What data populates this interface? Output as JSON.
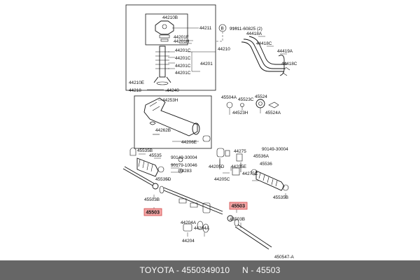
{
  "labels": {
    "p44210B": "44210B",
    "p44211": "44211",
    "p44201F": "44201F",
    "p44201H": "44201H",
    "p44201C_1": "44201C",
    "p44201C_2": "44201C",
    "p44201C_3": "44201C",
    "p44201C_4": "44201C",
    "p44201": "44201",
    "p44210": "44210",
    "p91611": "91611-60825 (2)",
    "p44418A": "44418A",
    "p44418C_1": "44418C",
    "p44419A": "44419A",
    "p44418C_2": "44418C",
    "p44210E": "44210E",
    "p44218": "44218",
    "p44240": "44240",
    "p44253H": "44253H",
    "p45504A": "45504A",
    "p45523C": "45523C",
    "p45524": "45524",
    "p44523H": "44523H",
    "p45524A": "45524A",
    "p44262B": "44262B",
    "p44206E": "44206E",
    "p45535B_top": "45535B",
    "p45535": "45535",
    "p90149_left": "90149-30004",
    "p90179": "90179-10046",
    "p44283": "44283",
    "p45535D": "45535D",
    "p44275": "44275",
    "p90149_right": "90149-30004",
    "p45536A": "45536A",
    "p44205D": "44205D",
    "p44205E": "44205E",
    "p45536": "45536",
    "p44205C": "44205C",
    "p44275C": "44275C",
    "p45535B_bottom": "45535B",
    "p45503B_left": "45503B",
    "p45503B_right": "45503B",
    "p44204A_1": "44204A",
    "p44204A_2": "44204A",
    "p44204": "44204",
    "p450547A": "450547-A",
    "circleB": "B"
  },
  "highlights": {
    "left": "45503",
    "right": "45503"
  },
  "colors": {
    "highlight_fill": "#f4a6a6",
    "highlight_stroke": "#d24848",
    "footer_bg": "#666666",
    "footer_text": "#ffffff"
  },
  "footer": {
    "text": "TOYOTA - 4550349010     N - 45503"
  }
}
